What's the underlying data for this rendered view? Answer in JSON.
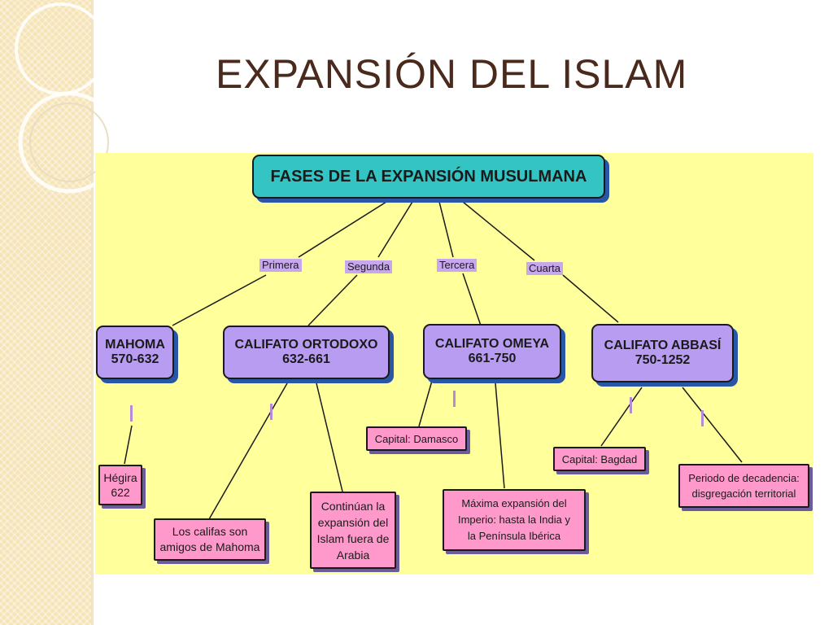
{
  "slide": {
    "title": "EXPANSIÓN DEL ISLAM"
  },
  "colors": {
    "panel": "#ffff9c",
    "root_box": "#34c4c4",
    "phase_box": "#b79cf2",
    "detail_box": "#ff99cc",
    "title_text": "#4a2a1c"
  },
  "diagram": {
    "root": "FASES DE LA EXPANSIÓN MUSULMANA",
    "edge_labels": [
      "Primera",
      "Segunda",
      "Tercera",
      "Cuarta"
    ],
    "phases": [
      {
        "name": "MAHOMA",
        "dates": "570-632"
      },
      {
        "name": "CALIFATO ORTODOXO",
        "dates": "632-661"
      },
      {
        "name": "CALIFATO OMEYA",
        "dates": "661-750"
      },
      {
        "name": "CALIFATO ABBASÍ",
        "dates": "750-1252"
      }
    ],
    "details": {
      "hegira": "Hégira\n622",
      "califas": "Los califas son\namigos de Mahoma",
      "continuan": "Continúan la\nexpansión del\nIslam fuera de\nArabia",
      "damasco": "Capital: Damasco",
      "maxima": "Máxima expansión del\nImperio: hasta la India y\nla Península Ibérica",
      "bagdad": "Capital: Bagdad",
      "decadencia": "Periodo de decadencia:\ndisgregación territorial"
    }
  }
}
